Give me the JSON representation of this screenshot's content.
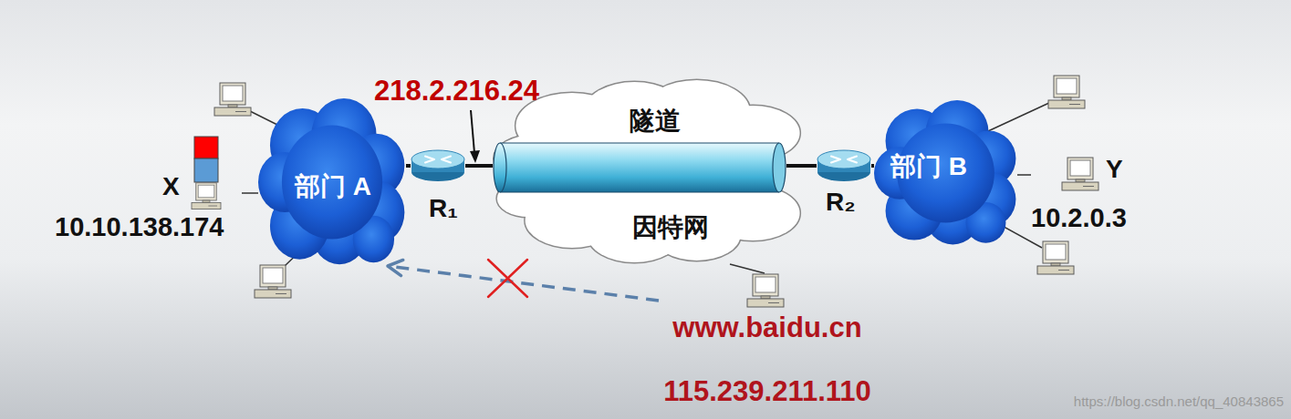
{
  "diagram": {
    "nodes": [
      {
        "text": [
          "部门 A"
        ]
      },
      {
        "text": [
          "X",
          "10.10.138.174"
        ]
      },
      {
        "text": [
          "R₁"
        ]
      },
      {
        "text": [
          "因特网"
        ]
      },
      {
        "text": [
          "隧道"
        ],
        "in": 3
      },
      {
        "text": [
          "R₂"
        ]
      },
      {
        "text": [
          "部门 B"
        ]
      },
      {
        "text": [
          "Y",
          "10.2.0.3"
        ]
      },
      {
        "text": [
          "www.baidu.cn",
          "115.239.211.110"
        ]
      }
    ],
    "edges": [
      {
        "from": 1,
        "to": 0,
        "arrow": "none"
      },
      {
        "from": 0,
        "to": 2,
        "arrow": "none"
      },
      {
        "from": 2,
        "to": 4,
        "arrow": "none"
      },
      {
        "from": 4,
        "to": 5,
        "arrow": "none"
      },
      {
        "from": 5,
        "to": 6,
        "arrow": "none"
      },
      {
        "from": 6,
        "to": 7,
        "arrow": "none"
      },
      {
        "from": 8,
        "to": 3,
        "arrow": "none"
      },
      {
        "from": 8,
        "to": 0,
        "arrow": "to"
      }
    ],
    "labels": [
      "218.2.216.24",
      "https://blog.csdn.net/qq_40843865"
    ]
  }
}
